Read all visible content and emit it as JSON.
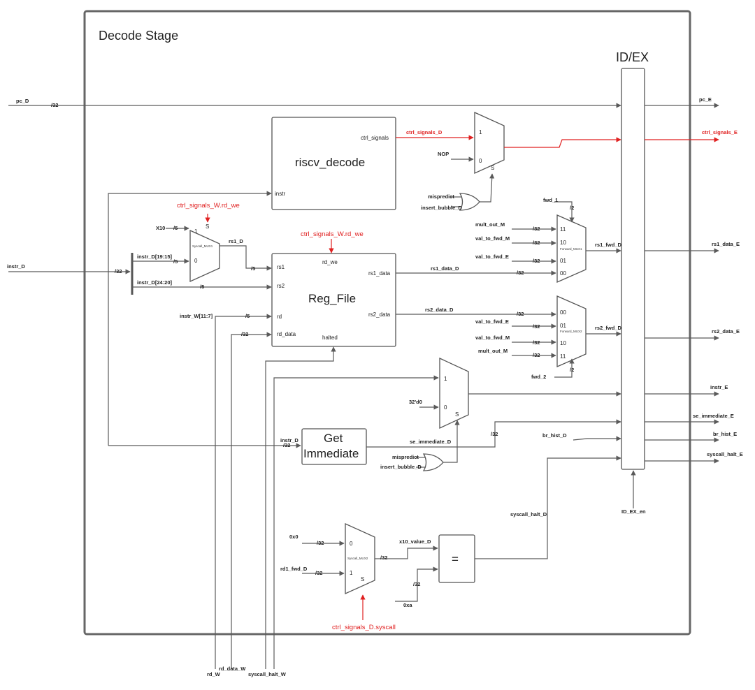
{
  "title": "Decode Stage",
  "blocks": {
    "idex": "ID/EX",
    "decode": "riscv_decode",
    "decode_ctrl_port": "ctrl_signals",
    "decode_instr_port": "instr",
    "regfile": "Reg_File",
    "rf_ports": {
      "rd_we": "rd_we",
      "rs1": "rs1",
      "rs2": "rs2",
      "rd": "rd",
      "rd_data": "rd_data",
      "rs1_data": "rs1_data",
      "rs2_data": "rs2_data",
      "halted": "halted"
    },
    "getimm_line1": "Get",
    "getimm_line2": "Immediate",
    "eq": "="
  },
  "muxes": {
    "ctrl_mux": {
      "in1": "1",
      "in0": "0",
      "sel": "S"
    },
    "syscall_mux1": {
      "name": "Syscall_MUX1",
      "in1": "1",
      "in0": "0",
      "sel": "S"
    },
    "fwd_mux1": {
      "name": "Forward_MUX1",
      "p11": "11",
      "p10": "10",
      "p01": "01",
      "p00": "00"
    },
    "fwd_mux2": {
      "name": "Forward_MUX2",
      "p00": "00",
      "p01": "01",
      "p10": "10",
      "p11": "11"
    },
    "instr_mux": {
      "in1": "1",
      "in0": "0",
      "sel": "S"
    },
    "syscall_mux2": {
      "name": "Syscall_MUX2",
      "in0": "0",
      "in1": "1",
      "sel": "S"
    }
  },
  "signals": {
    "pc_D": "pc_D",
    "pc_E": "pc_E",
    "ctrl_signals_D": "ctrl_signals_D",
    "ctrl_signals_E": "ctrl_signals_E",
    "NOP": "NOP",
    "mispredict_1": "mispredict",
    "insert_bubble_1": "insert_bubble_D",
    "fwd_1": "fwd_1",
    "fwd_2": "fwd_2",
    "ctrl_W_rd_we_1": "ctrl_signals_W.rd_we",
    "ctrl_W_rd_we_2": "ctrl_signals_W.rd_we",
    "X10": "X10",
    "rs1_D": "rs1_D",
    "instr_D": "instr_D",
    "instr_D_19_15": "instr_D[19:15]",
    "instr_D_24_20": "instr_D[24:20]",
    "instr_W_11_7": "instr_W[11:7]",
    "mult_out_M_1": "mult_out_M",
    "val_to_fwd_M_1": "val_to_fwd_M",
    "val_to_fwd_E_1": "val_to_fwd_E",
    "rs1_data_D": "rs1_data_D",
    "rs1_fwd_D": "rs1_fwd_D",
    "rs1_data_E": "rs1_data_E",
    "rs2_data_D": "rs2_data_D",
    "rs2_fwd_D": "rs2_fwd_D",
    "rs2_data_E": "rs2_data_E",
    "val_to_fwd_E_2": "val_to_fwd_E",
    "val_to_fwd_M_2": "val_to_fwd_M",
    "mult_out_M_2": "mult_out_M",
    "zero32": "32'd0",
    "instr_E": "instr_E",
    "se_immediate_D": "se_immediate_D",
    "se_immediate_E": "se_immediate_E",
    "br_hist_D": "br_hist_D",
    "br_hist_E": "br_hist_E",
    "mispredict_2": "mispredict",
    "insert_bubble_2": "insert_bubble_D",
    "syscall_halt_E": "syscall_halt_E",
    "syscall_halt_D": "syscall_halt_D",
    "ID_EX_en": "ID_EX_en",
    "instr_D_gi": "instr_D",
    "hex0": "0x0",
    "rd1_fwd_D": "rd1_fwd_D",
    "x10_value_D": "x10_value_D",
    "hexa": "0xa",
    "ctrl_D_syscall": "ctrl_signals_D.syscall",
    "rd_W": "rd_W",
    "rd_data_W": "rd_data_W",
    "syscall_halt_W": "syscall_halt_W"
  },
  "widths": {
    "pc": "/32",
    "x10": "/5",
    "rs1": "/5",
    "instr": "/32",
    "i1915": "/5",
    "i2420": "/5",
    "instrW": "/5",
    "rddata": "/32",
    "fm1_a": "/32",
    "fm1_b": "/32",
    "fm1_c": "/32",
    "fm1_d": "/32",
    "fwd1": "/2",
    "fwd2": "/2",
    "fm2_a": "/32",
    "fm2_b": "/32",
    "fm2_c": "/32",
    "fm2_d": "/32",
    "gi_in": "/32",
    "se": "/32",
    "hex0": "/32",
    "rd1": "/32",
    "x10v": "/32",
    "hexa": "/32"
  },
  "colors": {
    "wire": "#5a5a5a",
    "control": "#e02020",
    "frame": "#555555"
  }
}
